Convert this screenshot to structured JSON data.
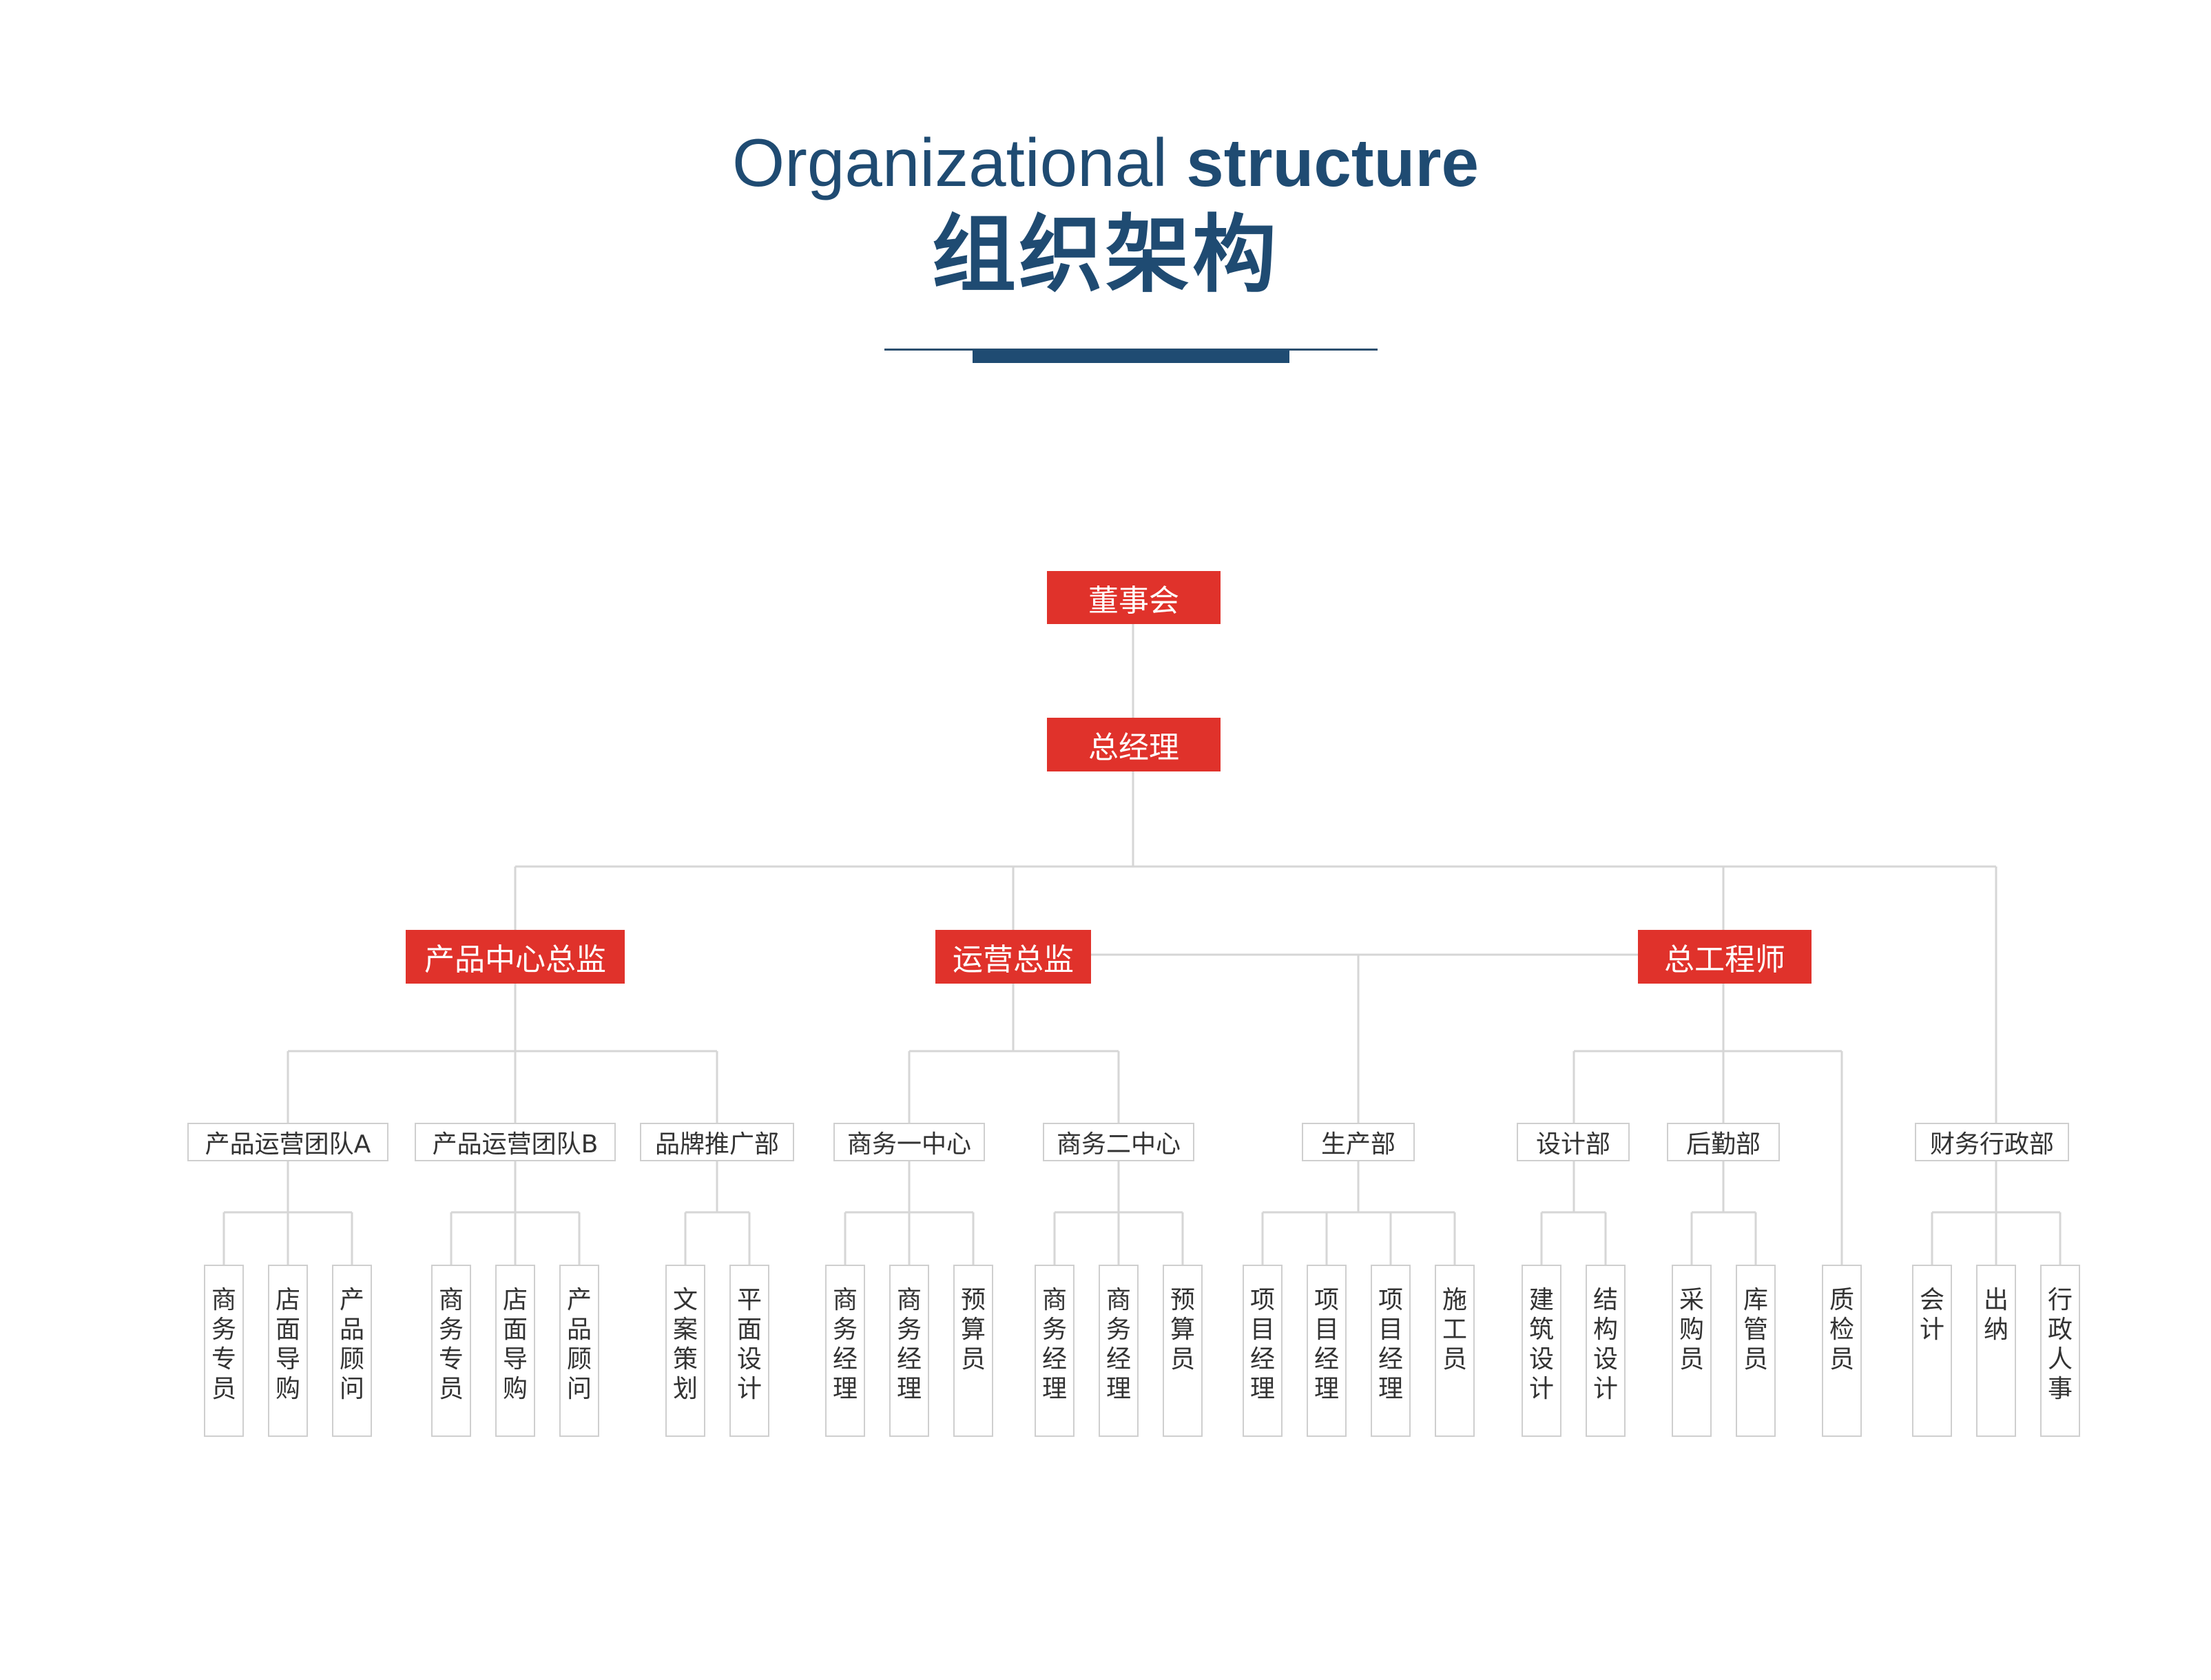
{
  "header": {
    "title_en_light": "Organizational",
    "title_en_bold": "structure",
    "title_cn": "组织架构"
  },
  "colors": {
    "primary": "#1f4b72",
    "accent": "#e0322b",
    "border": "#cfcfcf",
    "line": "#d6d6d6"
  },
  "org": {
    "board": "董事会",
    "gm": "总经理",
    "directors": [
      "产品中心总监",
      "运营总监",
      "总工程师"
    ],
    "departments": [
      "产品运营团队A",
      "产品运营团队B",
      "品牌推广部",
      "商务一中心",
      "商务二中心",
      "生产部",
      "设计部",
      "后勤部",
      "财务行政部"
    ],
    "roles": [
      "商务专员",
      "店面导购",
      "产品顾问",
      "商务专员",
      "店面导购",
      "产品顾问",
      "文案策划",
      "平面设计",
      "商务经理",
      "商务经理",
      "预算员",
      "商务经理",
      "商务经理",
      "预算员",
      "项目经理",
      "项目经理",
      "项目经理",
      "施工员",
      "建筑设计",
      "结构设计",
      "采购员",
      "库管员",
      "质检员",
      "会计",
      "出纳",
      "行政人事"
    ]
  }
}
